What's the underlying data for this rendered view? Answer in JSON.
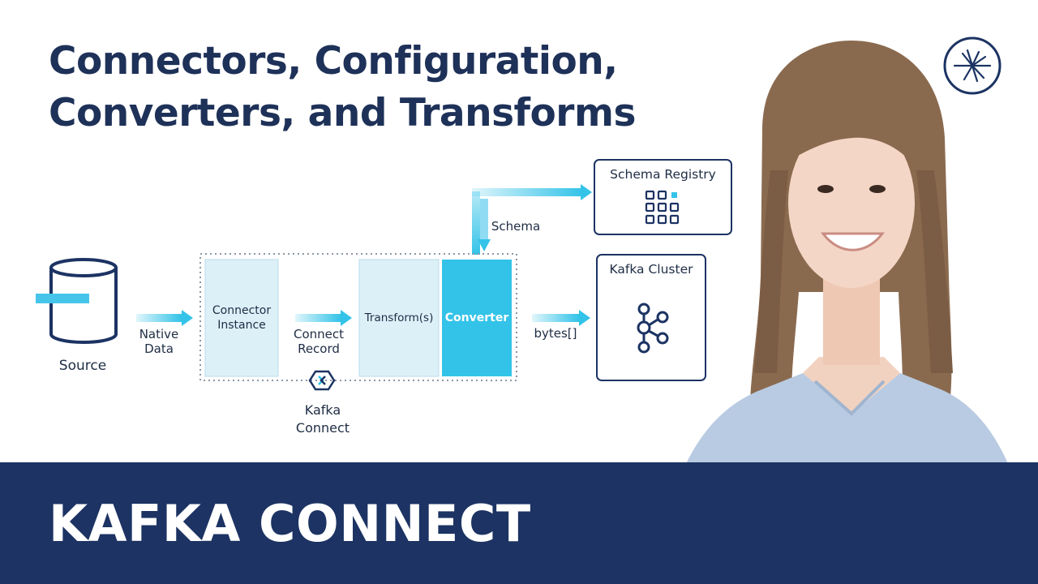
{
  "title": {
    "line1": "Connectors, Configuration,",
    "line2": "Converters, and Transforms"
  },
  "banner": {
    "text": "KAFKA CONNECT"
  },
  "diagram": {
    "source_label": "Source",
    "native_data_line1": "Native",
    "native_data_line2": "Data",
    "connector_instance_line1": "Connector",
    "connector_instance_line2": "Instance",
    "connect_record_line1": "Connect",
    "connect_record_line2": "Record",
    "transforms": "Transform(s)",
    "converter": "Converter",
    "kafka_connect_line1": "Kafka",
    "kafka_connect_line2": "Connect",
    "schema_label": "Schema",
    "bytes_label": "bytes[]",
    "schema_registry": "Schema Registry",
    "kafka_cluster": "Kafka Cluster"
  },
  "colors": {
    "navy": "#1c3363",
    "title": "#1e3158",
    "accent_cyan": "#33c3e8",
    "light_panel": "#dcf0f8"
  },
  "icons": {
    "database": "database-icon",
    "kafka_connect": "kafka-connect-icon",
    "schema_registry": "grid-icon",
    "kafka_cluster": "kafka-logo-icon",
    "brand": "confluent-logo-icon"
  }
}
